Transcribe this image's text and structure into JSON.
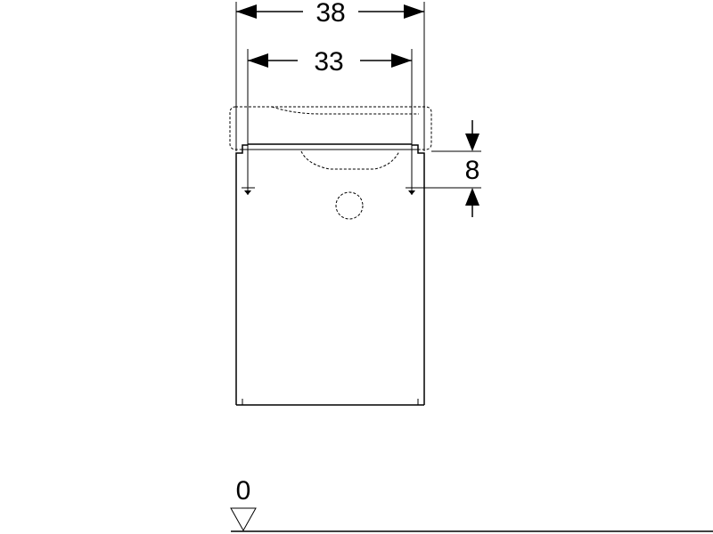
{
  "dimensions": {
    "outer_width_label": "38",
    "inner_width_label": "33",
    "height_offset_label": "8",
    "floor_level_label": "0"
  }
}
